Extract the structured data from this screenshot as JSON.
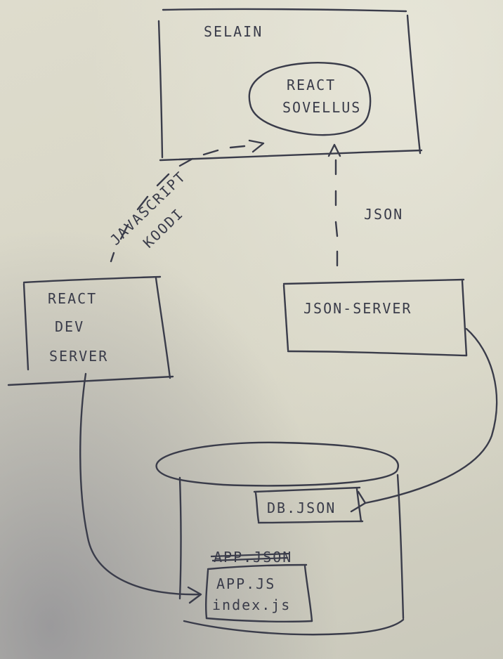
{
  "diagram": {
    "browser_label": "SELAIN",
    "react_app_label_line1": "REACT",
    "react_app_label_line2": "SOVELLUS",
    "edge_js_label_line1": "JAVASCRIPT",
    "edge_js_label_line2": "KOODI",
    "edge_json_label": "JSON",
    "dev_server_line1": "REACT",
    "dev_server_line2": "DEV",
    "dev_server_line3": "SERVER",
    "json_server_label": "JSON-SERVER",
    "db_file_label": "DB.JSON",
    "crossed_out_label": "APP.JSON",
    "source_file_1": "APP.JS",
    "source_file_2": "index.js"
  },
  "colors": {
    "ink": "#3a3c4a",
    "paper": "#dedccd"
  }
}
